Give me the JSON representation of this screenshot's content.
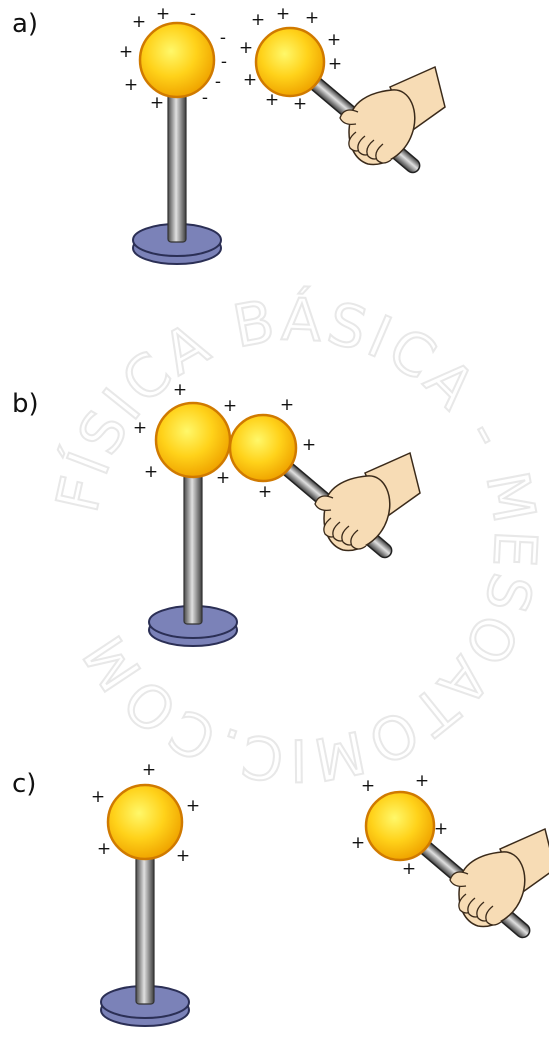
{
  "panels": [
    {
      "label": "a)",
      "stand_sphere_charges": [
        "+",
        "+",
        "-",
        "+",
        "-",
        "+",
        "-",
        "+",
        "-",
        "-"
      ],
      "rod_sphere_charges": [
        "+",
        "+",
        "+",
        "+",
        "+",
        "+",
        "+",
        "+",
        "+"
      ]
    },
    {
      "label": "b)",
      "stand_sphere_charges": [
        "+",
        "+",
        "+",
        "+",
        "+"
      ],
      "rod_sphere_charges": [
        "+",
        "+",
        "+"
      ]
    },
    {
      "label": "c)",
      "stand_sphere_charges": [
        "+",
        "+",
        "+",
        "+",
        "+"
      ],
      "rod_sphere_charges": [
        "+",
        "+",
        "+",
        "+",
        "+"
      ]
    }
  ],
  "watermark": "FÍSICA BÁSICA - MESOATOMIC.COM",
  "colors": {
    "sphere_fill": "#ffd21a",
    "sphere_highlight": "#fff86a",
    "sphere_outline": "#d07a00",
    "base_fill": "#7b82b8",
    "base_outline": "#2b2f55",
    "rod_mid": "#d8d8d8",
    "rod_dark": "#4a4a4a",
    "skin": "#f7dcb5",
    "skin_outline": "#3a2a1a",
    "watermark": "#e8e8e8"
  },
  "icons": [
    "hand-holding-rod-icon",
    "stand-base-icon"
  ]
}
